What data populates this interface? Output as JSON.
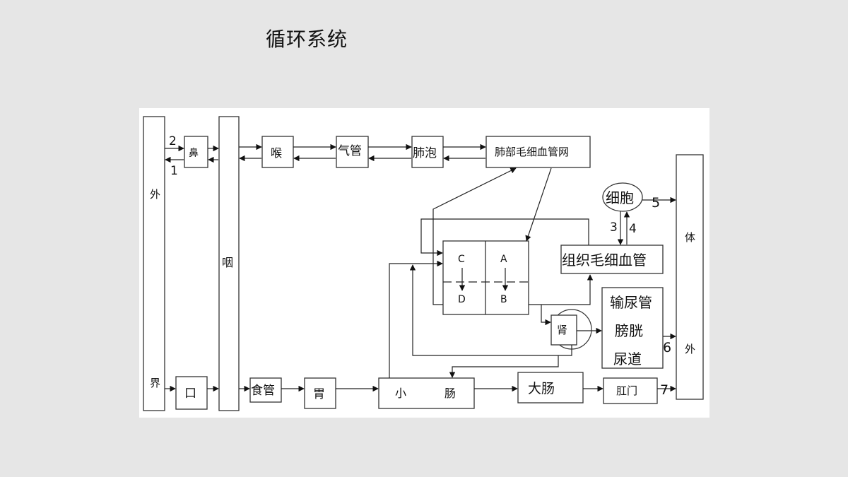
{
  "slide": {
    "title": "循环系统"
  },
  "diagram": {
    "outside_left_top": "外",
    "outside_left_bottom": "界",
    "outside_right_top": "体",
    "outside_right_bottom": "外",
    "nose": "鼻",
    "mouth": "口",
    "pharynx": "咽",
    "larynx": "喉",
    "trachea": "气管",
    "alveoli": "肺泡",
    "lung_capillaries": "肺部毛细血管网",
    "cell": "细胞",
    "tissue_capillaries": "组织毛细血管",
    "heart": {
      "a": "A",
      "b": "B",
      "c": "C",
      "d": "D"
    },
    "kidney": "肾",
    "urinary": [
      "输尿管",
      "膀胱",
      "尿道"
    ],
    "esophagus": "食管",
    "stomach": "胃",
    "small_intestine_1": "小",
    "small_intestine_2": "肠",
    "large_intestine": "大肠",
    "anus": "肛门",
    "nums": {
      "n1": "1",
      "n2": "2",
      "n3": "3",
      "n4": "4",
      "n5": "5",
      "n6": "6",
      "n7": "7"
    }
  }
}
